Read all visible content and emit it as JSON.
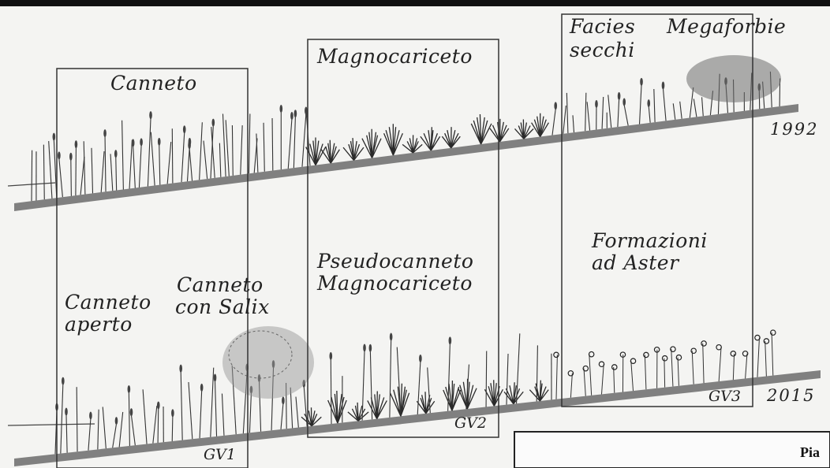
{
  "labels_1992": {
    "canneto": "Canneto",
    "magnocariceto": "Magnocariceto",
    "facies_line1": "Facies",
    "facies_line2": "secchi",
    "megaforbie": "Megaforbie"
  },
  "labels_2015": {
    "canneto_aperto_line1": "Canneto",
    "canneto_aperto_line2": "aperto",
    "canneto_salix_line1": "Canneto",
    "canneto_salix_line2": "con Salix",
    "pseudocanneto": "Pseudocanneto",
    "magnocariceto": "Magnocariceto",
    "formazioni_line1": "Formazioni",
    "formazioni_line2": "ad Aster"
  },
  "years": {
    "top": "1992",
    "bottom": "2015"
  },
  "zones": {
    "gv1": "GV1",
    "gv2": "GV2",
    "gv3": "GV3"
  },
  "corner_box_text": "Pia"
}
